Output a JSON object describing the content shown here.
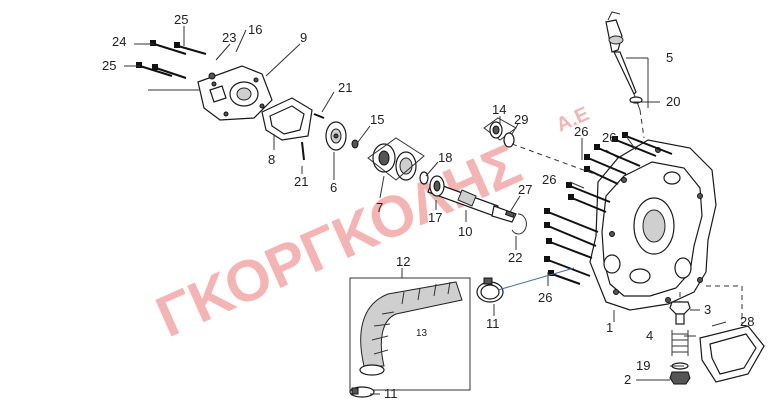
{
  "watermark": {
    "main": "ΓΚΟΡΓΚΟΛΗΣ",
    "suffix": "Α.Ε"
  },
  "callouts": {
    "c1": "1",
    "c2": "2",
    "c3": "3",
    "c4": "4",
    "c5": "5",
    "c6": "6",
    "c7": "7",
    "c8": "8",
    "c9": "9",
    "c10": "10",
    "c11a": "11",
    "c11b": "11",
    "c12": "12",
    "c13": "13",
    "c14": "14",
    "c15": "15",
    "c16": "16",
    "c17": "17",
    "c18": "18",
    "c19": "19",
    "c20": "20",
    "c21a": "21",
    "c21b": "21",
    "c22": "22",
    "c23": "23",
    "c24": "24",
    "c25a": "25",
    "c25b": "25",
    "c26a": "26",
    "c26b": "26",
    "c26c": "26",
    "c26d": "26",
    "c27": "27",
    "c28": "28",
    "c29": "29"
  },
  "colors": {
    "watermark": "#f4a7a7",
    "line": "#222222",
    "leader_blue": "#3a6fb0"
  }
}
